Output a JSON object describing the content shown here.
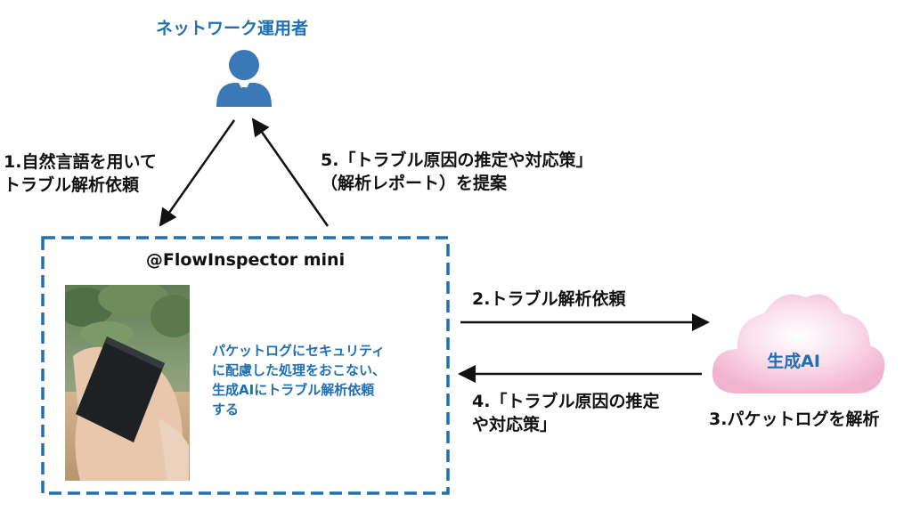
{
  "operator": {
    "label": "ネットワーク運用者",
    "icon": "person-icon",
    "color": "#1f6fb3"
  },
  "steps": {
    "step1": [
      "1.自然言語を用いて",
      "トラブル解析依頼"
    ],
    "step5": [
      "5.「トラブル原因の推定や対応策」",
      "（解析レポート）を提案"
    ],
    "step2": [
      "2.トラブル解析依頼"
    ],
    "step4": [
      "4.「トラブル原因の推定",
      "や対応策」"
    ],
    "step3": [
      "3.パケットログを解析"
    ]
  },
  "device_box": {
    "title": "@FlowInspector mini",
    "description": [
      "パケットログにセキュリティ",
      "に配慮した処理をおこない、",
      "生成AIにトラブル解析依頼",
      "する"
    ],
    "border_color": "#1f6fb3",
    "photo": "hand-holding-device-photo"
  },
  "ai_cloud": {
    "label": "生成AI",
    "icon": "cloud-icon",
    "fill_color": "#f6c6dc"
  }
}
